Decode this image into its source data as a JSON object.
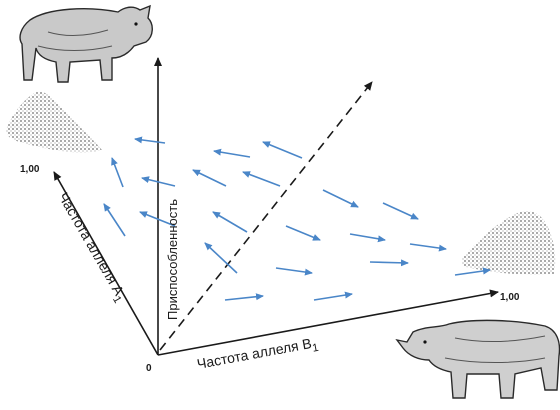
{
  "axes": {
    "x_label": "Частота аллеля B",
    "x_label_sub": "1",
    "a_label": "Частота аллеля A",
    "a_label_sub": "1",
    "y_label": "Приспособленность",
    "origin": "0",
    "x_max": "1,00",
    "a_max": "1,00"
  },
  "colors": {
    "axis": "#1a1a1a",
    "vector": "#4a86c8",
    "peak": "#8a8a8a"
  },
  "icons": {
    "left_animal": "rhinoceros-icon",
    "right_animal": "rhinoceros-icon"
  }
}
